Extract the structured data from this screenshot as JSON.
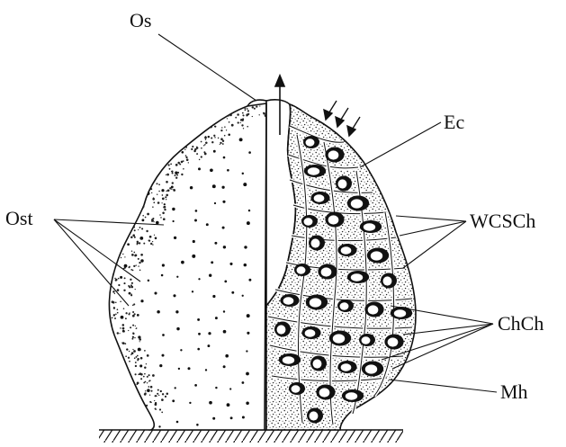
{
  "labels": {
    "os": "Os",
    "ec": "Ec",
    "ost": "Ost",
    "wcsch": "WCSCh",
    "chch": "ChCh",
    "mh": "Mh"
  },
  "colors": {
    "ink": "#111111",
    "paper": "#ffffff"
  }
}
